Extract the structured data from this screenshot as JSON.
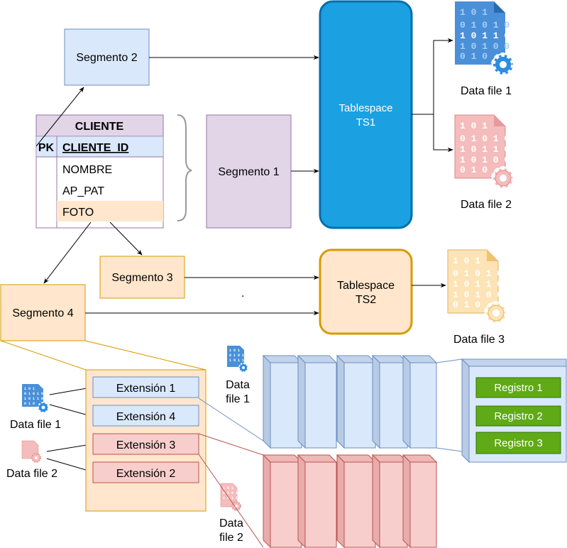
{
  "colors": {
    "blue_fill": "#dae8fc",
    "blue_stroke": "#6c8ebf",
    "purple_fill": "#e1d5e7",
    "purple_stroke": "#9673a6",
    "orange_fill": "#ffe6cc",
    "orange_stroke": "#d79b00",
    "red_fill": "#f8cecc",
    "red_stroke": "#b85450",
    "green_fill": "#60a917",
    "green_stroke": "#2d7600",
    "ts1_fill": "#1ba1e2",
    "ts1_stroke": "#006eaf",
    "file_blue": "#4a90d9",
    "file_red": "#f4bcbc",
    "file_orange": "#fde3b5"
  },
  "segments": {
    "seg1": "Segmento 1",
    "seg2": "Segmento 2",
    "seg3": "Segmento 3",
    "seg4": "Segmento 4"
  },
  "table": {
    "title": "CLIENTE",
    "pk": "PK",
    "pk_field": "CLIENTE_ID",
    "fields": [
      "NOMBRE",
      "AP_PAT",
      "FOTO"
    ]
  },
  "tablespaces": {
    "ts1": [
      "Tablespace",
      "TS1"
    ],
    "ts2": [
      "Tablespace",
      "TS2"
    ]
  },
  "datafiles": {
    "df1": "Data file 1",
    "df2": "Data file 2",
    "df3": "Data file 3",
    "df1_small": "Data file 1",
    "df2_small": "Data file 2",
    "df1_cube": [
      "Data",
      "file 1"
    ],
    "df2_cube": [
      "Data",
      "file 2"
    ]
  },
  "file_bits": [
    "1 0 1",
    "0 1 0 1 0",
    "1 0 1 1 0",
    "1 0 1 0 0",
    "0 1 0"
  ],
  "extensions": [
    "Extensión 1",
    "Extensión 4",
    "Extensión 3",
    "Extensión 2"
  ],
  "registros": [
    "Registro 1",
    "Registro 2",
    "Registro 3"
  ],
  "misc_dot": "."
}
